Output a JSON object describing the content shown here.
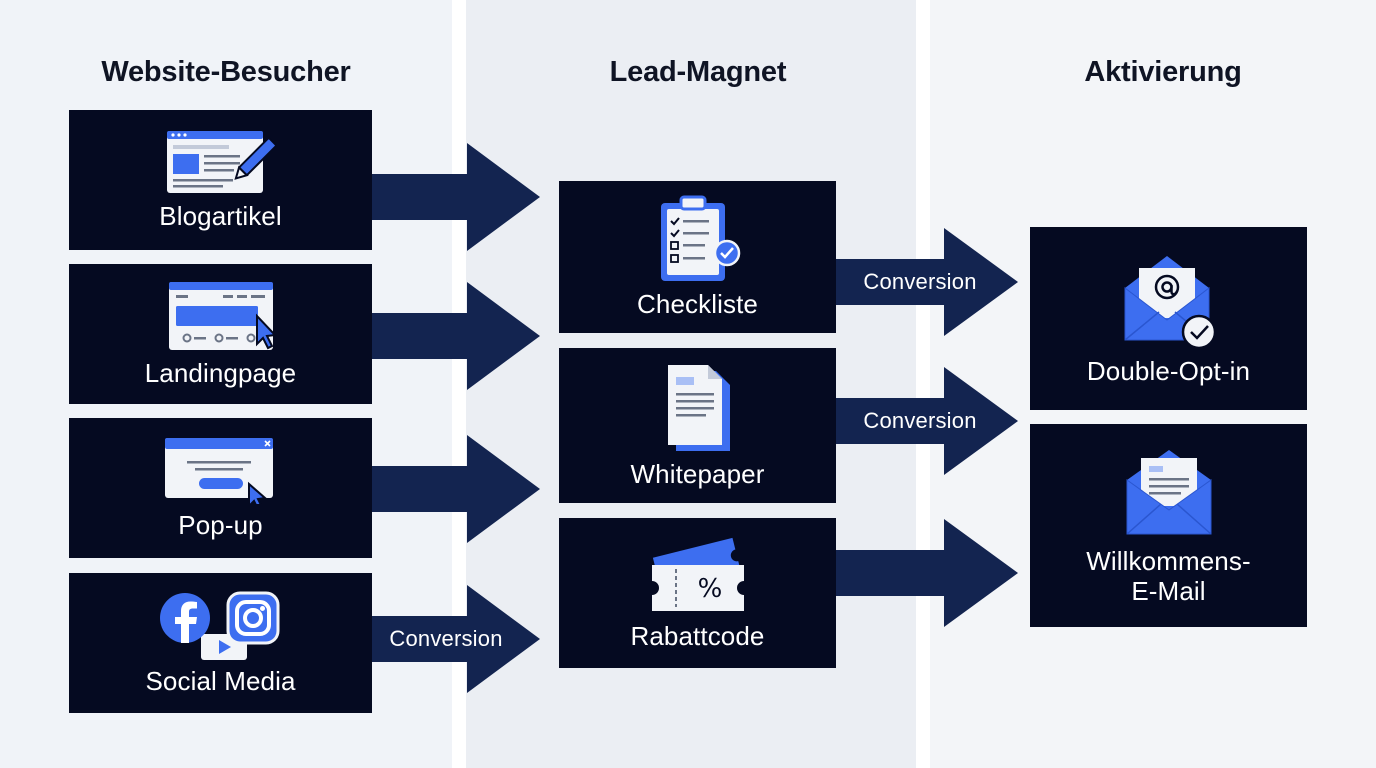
{
  "columns": [
    {
      "title": "Website-Besucher"
    },
    {
      "title": "Lead-Magnet"
    },
    {
      "title": "Aktivierung"
    }
  ],
  "sources": [
    {
      "label": "Blogartikel",
      "icon": "blog-article-icon"
    },
    {
      "label": "Landingpage",
      "icon": "landing-page-icon"
    },
    {
      "label": "Pop-up",
      "icon": "popup-window-icon"
    },
    {
      "label": "Social Media",
      "icon": "social-media-icon"
    }
  ],
  "magnets": [
    {
      "label": "Checkliste",
      "icon": "checklist-icon"
    },
    {
      "label": "Whitepaper",
      "icon": "whitepaper-icon"
    },
    {
      "label": "Rabattcode",
      "icon": "discount-ticket-icon"
    }
  ],
  "activation": [
    {
      "label": "Double-Opt-in",
      "icon": "email-confirm-icon"
    },
    {
      "label_line1": "Willkommens-",
      "label_line2": "E-Mail",
      "icon": "welcome-email-icon"
    }
  ],
  "arrows": {
    "social_label": "Conversion",
    "checkliste_label": "Conversion",
    "whitepaper_label": "Conversion"
  },
  "colors": {
    "card": "#050a21",
    "arrow": "#132450",
    "accent": "#3d6ef0",
    "background": "#f1f4f8"
  }
}
